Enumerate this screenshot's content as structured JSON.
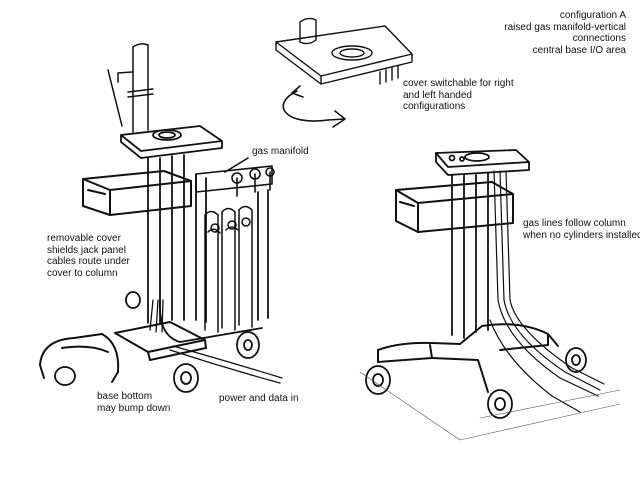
{
  "notes": {
    "configuration": "configuration A\nraised gas manifold-vertical\nconnections\ncentral base I/O area",
    "cover_switchable": "cover switchable for right\nand left handed\nconfigurations",
    "gas_manifold": "gas manifold",
    "removable_cover": "removable cover\nshields jack panel\ncables route under\ncover to column",
    "gas_lines": "gas lines follow column\nwhen no cylinders installed",
    "base_bottom": "base bottom\nmay bump down",
    "power_data": "power and data in"
  },
  "colors": {
    "ink": "#111111",
    "paper": "#ffffff"
  }
}
